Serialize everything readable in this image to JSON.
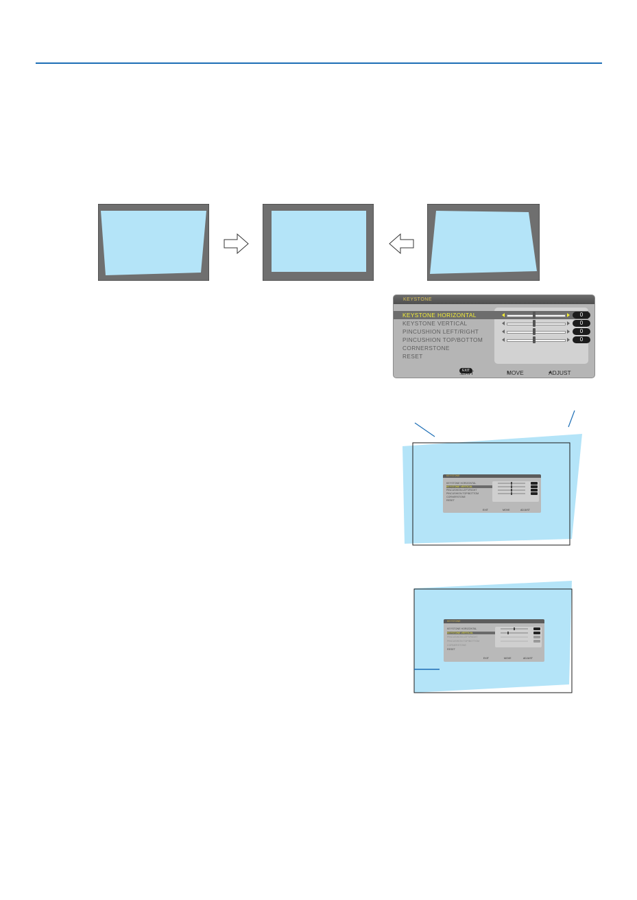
{
  "colors": {
    "rule": "#1b6db5",
    "projection": "#b4e4f8",
    "frame": "#707070",
    "osd_highlight_text": "#f4ee36",
    "osd_title_text": "#d9c25a"
  },
  "diagram": {
    "icons": [
      "right-outline-arrow-icon",
      "left-outline-arrow-icon"
    ]
  },
  "osd": {
    "title": "KEYSTONE",
    "items": [
      {
        "label": "KEYSTONE HORIZONTAL",
        "value": "0",
        "selected": true
      },
      {
        "label": "KEYSTONE VERTICAL",
        "value": "0",
        "selected": false
      },
      {
        "label": "PINCUSHION LEFT/RIGHT",
        "value": "0",
        "selected": false
      },
      {
        "label": "PINCUSHION TOP/BOTTOM",
        "value": "0",
        "selected": false
      },
      {
        "label": "CORNERSTONE",
        "selected": false
      },
      {
        "label": "RESET",
        "selected": false
      }
    ],
    "footer": {
      "exit_badge": "EXIT",
      "exit": ":EXIT",
      "move": "MOVE",
      "adjust": "ADJUST"
    }
  },
  "screen1_osd": {
    "title": "KEYSTONE",
    "items": [
      "KEYSTONE HORIZONTAL",
      "KEYSTONE VERTICAL",
      "PINCUSHION LEFT/RIGHT",
      "PINCUSHION TOP/BOTTOM",
      "CORNERSTONE",
      "RESET"
    ],
    "footer": {
      "exit": "EXIT",
      "move": "MOVE",
      "adjust": "ADJUST"
    }
  },
  "screen2_osd": {
    "title": "KEYSTONE",
    "items": [
      "KEYSTONE HORIZONTAL",
      "KEYSTONE VERTICAL",
      "PINCUSHION LEFT/RIGHT",
      "PINCUSHION TOP/BOTTOM",
      "CORNERSTONE",
      "RESET"
    ],
    "footer": {
      "exit": "EXIT",
      "move": "MOVE",
      "adjust": "ADJUST"
    }
  }
}
